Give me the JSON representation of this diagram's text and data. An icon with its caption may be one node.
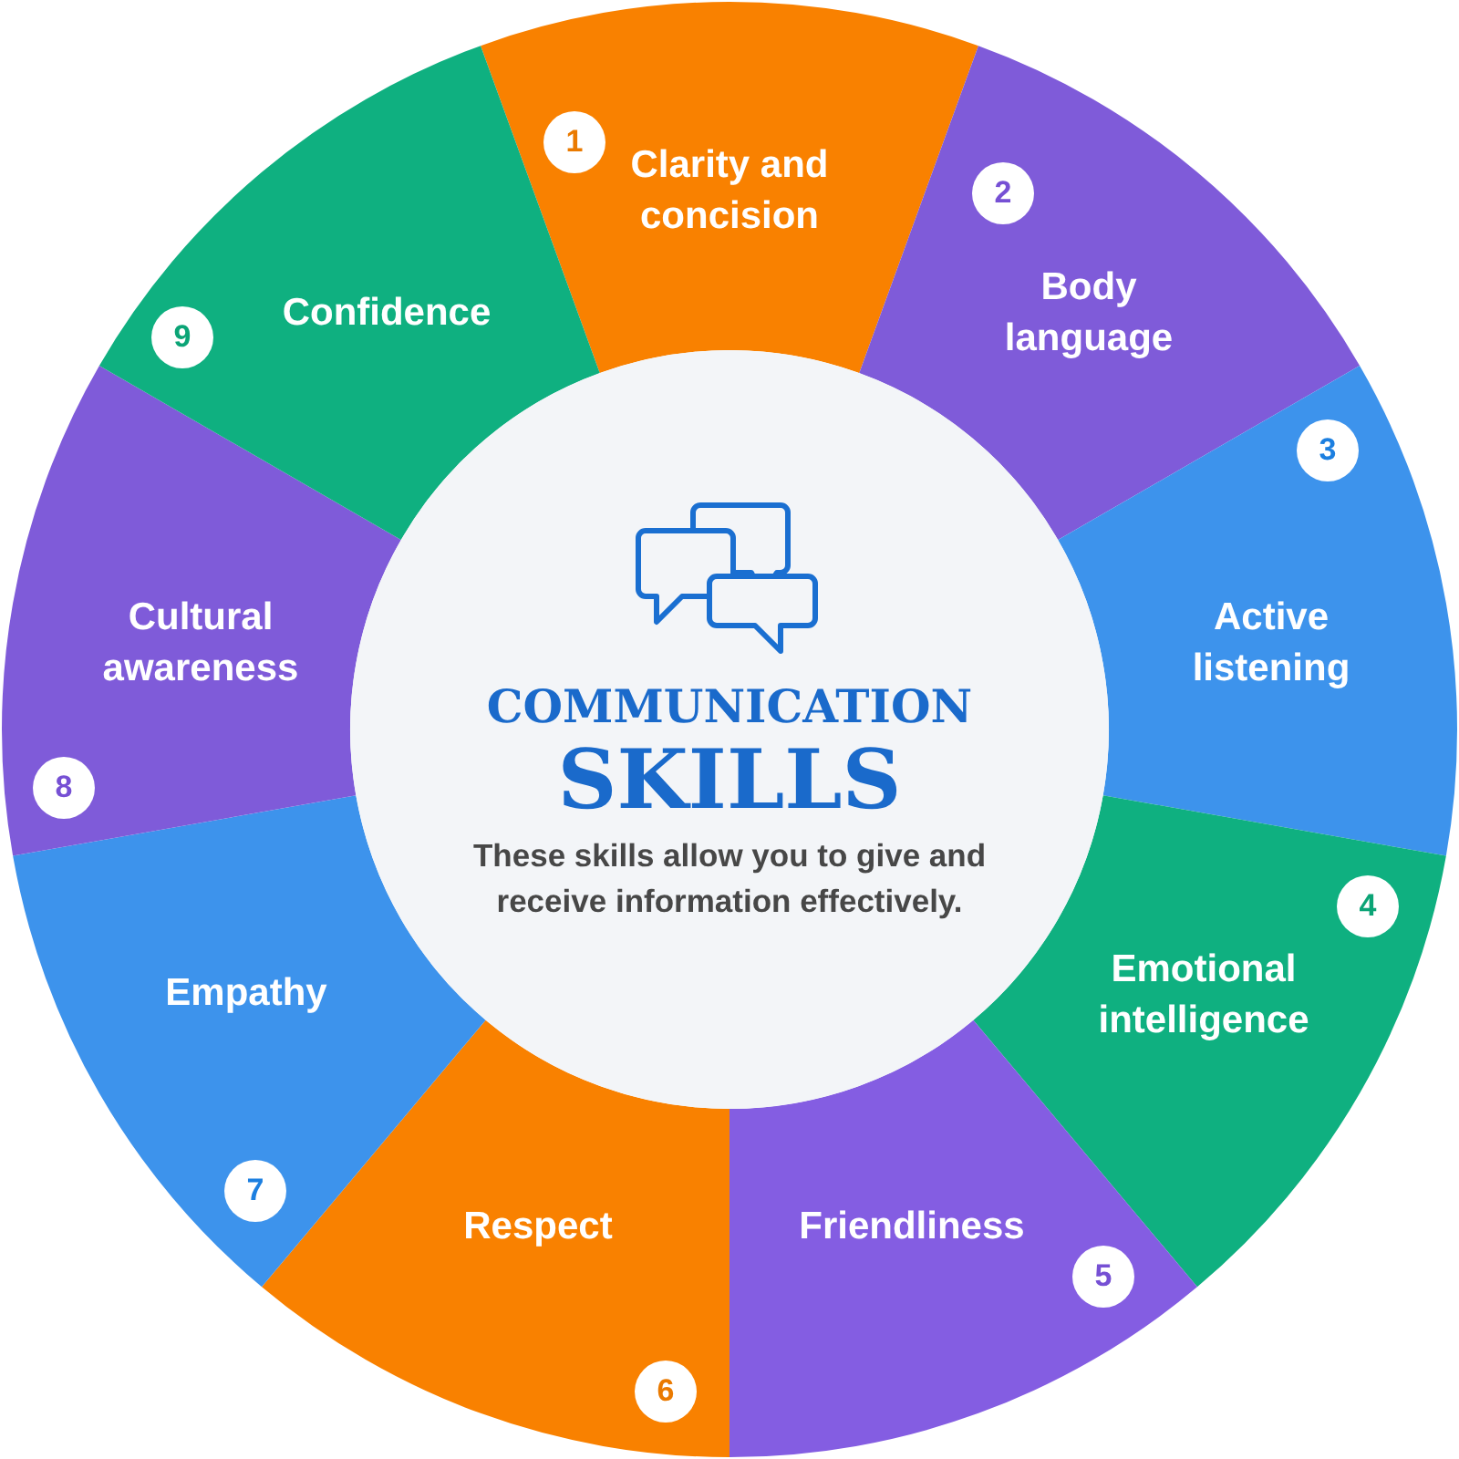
{
  "diagram": {
    "nodes": [
      {
        "text": [
          "COMMUNICATION",
          "SKILLS",
          "These skills allow you to give and receive information effectively."
        ]
      },
      {
        "text": [
          "Clarity and concision"
        ]
      },
      {
        "text": [
          "1"
        ],
        "in": 1
      },
      {
        "text": [
          "Body language"
        ]
      },
      {
        "text": [
          "2"
        ],
        "in": 3
      },
      {
        "text": [
          "Active listening"
        ]
      },
      {
        "text": [
          "3"
        ],
        "in": 5
      },
      {
        "text": [
          "Emotional intelligence"
        ]
      },
      {
        "text": [
          "4"
        ],
        "in": 7
      },
      {
        "text": [
          "Friendliness"
        ]
      },
      {
        "text": [
          "5"
        ],
        "in": 9
      },
      {
        "text": [
          "Respect"
        ]
      },
      {
        "text": [
          "6"
        ],
        "in": 11
      },
      {
        "text": [
          "Empathy"
        ]
      },
      {
        "text": [
          "7"
        ],
        "in": 13
      },
      {
        "text": [
          "Cultural awareness"
        ]
      },
      {
        "text": [
          "8"
        ],
        "in": 15
      },
      {
        "text": [
          "Confidence"
        ]
      },
      {
        "text": [
          "9"
        ],
        "in": 17
      }
    ]
  }
}
